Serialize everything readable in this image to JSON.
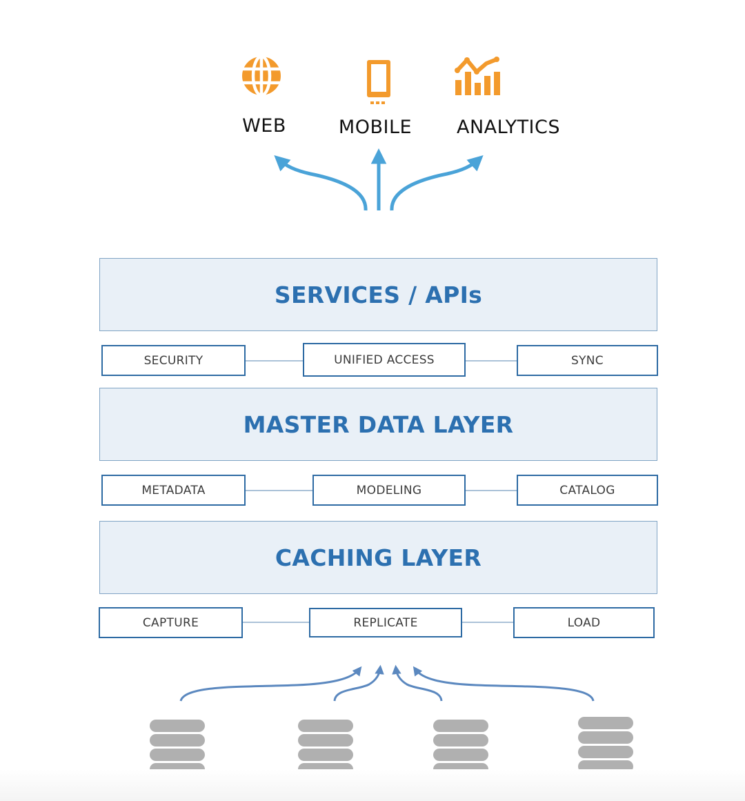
{
  "consumers": [
    {
      "label": "WEB",
      "icon": "globe-icon"
    },
    {
      "label": "MOBILE",
      "icon": "mobile-phone-icon"
    },
    {
      "label": "ANALYTICS",
      "icon": "analytics-chart-icon"
    }
  ],
  "layers": {
    "services": "SERVICES / APIs",
    "master": "MASTER DATA LAYER",
    "caching": "CACHING LAYER"
  },
  "services_capabilities": [
    "SECURITY",
    "UNIFIED ACCESS",
    "SYNC"
  ],
  "master_capabilities": [
    "METADATA",
    "MODELING",
    "CATALOG"
  ],
  "caching_capabilities": [
    "CAPTURE",
    "REPLICATE",
    "LOAD"
  ],
  "sources": [
    "database-icon",
    "database-icon",
    "database-icon",
    "database-icon"
  ],
  "colors": {
    "icon_orange": "#f39a2c",
    "up_arrow_blue": "#4aa3d8",
    "in_arrow_blue": "#5b88bf",
    "layer_fill": "#e9f0f7",
    "layer_border": "#7fa3c4",
    "layer_title": "#2c70b0",
    "box_border": "#2d6aa3",
    "database_gray": "#b0b0b0"
  }
}
